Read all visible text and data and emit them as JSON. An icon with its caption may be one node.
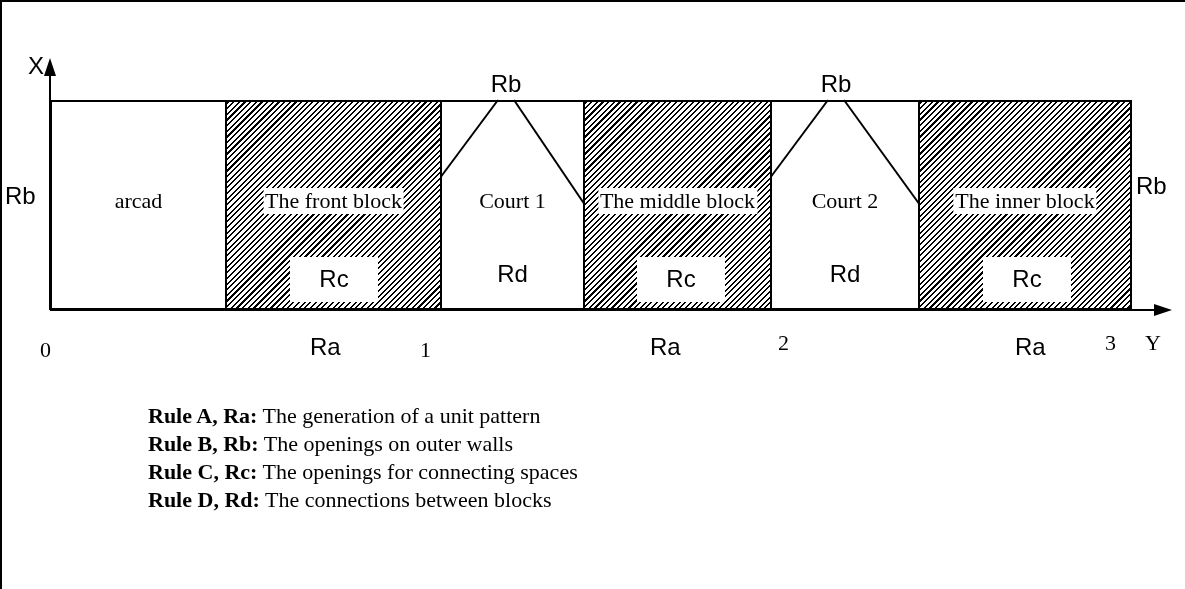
{
  "diagram": {
    "nodes": [
      {
        "text": [
          "arcad"
        ]
      },
      {
        "text": [
          "The front block"
        ]
      },
      {
        "text": [
          "Rc"
        ],
        "in": 1
      },
      {
        "text": [
          "Court 1",
          "Rd"
        ]
      },
      {
        "text": [
          "The middle block"
        ]
      },
      {
        "text": [
          "Rc"
        ],
        "in": 4
      },
      {
        "text": [
          "Court 2",
          "Rd"
        ]
      },
      {
        "text": [
          "The inner block"
        ]
      },
      {
        "text": [
          "Rc"
        ],
        "in": 7
      },
      {
        "text": [
          "Rb"
        ]
      },
      {
        "text": [
          "Rb"
        ]
      }
    ],
    "edges": [
      {
        "from": 9,
        "to": 3,
        "arrow": "none"
      },
      {
        "from": 9,
        "to": 3,
        "arrow": "none"
      },
      {
        "from": 10,
        "to": 6,
        "arrow": "none"
      },
      {
        "from": 10,
        "to": 6,
        "arrow": "none"
      }
    ],
    "labels": [
      "X",
      "Rb",
      "Rb",
      "0",
      "Ra",
      "1",
      "Ra",
      "2",
      "Ra",
      "3",
      "Y",
      "**Rule A, Ra:** The generation of a unit pattern",
      "**Rule B, Rb:** The openings on outer walls",
      "**Rule C, Rc:** The openings for connecting spaces",
      "**Rule D, Rd:** The connections between blocks"
    ]
  }
}
